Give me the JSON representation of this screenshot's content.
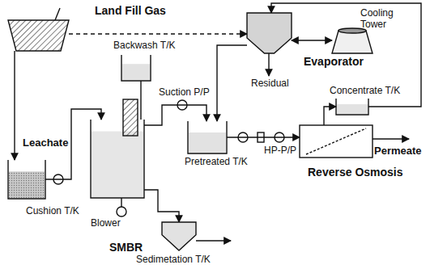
{
  "diagram": {
    "nodes": [
      {
        "text": [
          "Land Fill Gas"
        ]
      },
      {
        "text": [
          "Leachate",
          "Cushion T/K"
        ]
      },
      {
        "text": [
          "Backwash T/K"
        ]
      },
      {
        "text": [
          "SMBR"
        ]
      },
      {
        "text": [
          "Evaporator"
        ]
      },
      {
        "text": [
          "Cooling Tower"
        ]
      },
      {
        "text": [
          "Pretreated T/K"
        ]
      },
      {
        "text": [
          "Concentrate T/K"
        ]
      },
      {
        "text": [
          "Reverse Osmosis"
        ]
      },
      {
        "text": [
          "Sedimetation T/K"
        ]
      }
    ],
    "edges": [
      {
        "from": 0,
        "to": 1,
        "arrow": "to"
      },
      {
        "from": 0,
        "to": 4,
        "arrow": "to"
      },
      {
        "from": 1,
        "to": 3,
        "arrow": "to"
      },
      {
        "from": 2,
        "to": 3,
        "arrow": "none"
      },
      {
        "from": 3,
        "to": 6,
        "arrow": "to"
      },
      {
        "from": 3,
        "to": 9,
        "arrow": "to"
      },
      {
        "from": 4,
        "to": 6,
        "arrow": "to"
      },
      {
        "from": 4,
        "to": 5,
        "arrow": "both"
      },
      {
        "from": 6,
        "to": 8,
        "arrow": "to"
      },
      {
        "from": 8,
        "to": 7,
        "arrow": "to"
      },
      {
        "from": 7,
        "to": 4,
        "arrow": "to"
      }
    ],
    "labels": [
      "Suction P/P",
      "Blower",
      "HP-P/P",
      "Residual",
      "Permeate"
    ]
  }
}
